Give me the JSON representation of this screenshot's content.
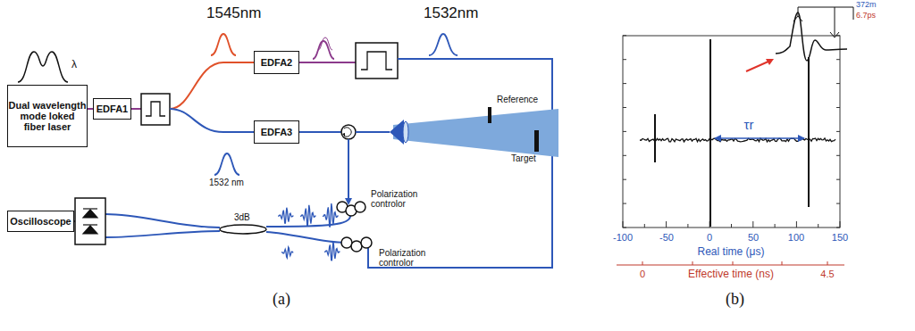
{
  "diagram": {
    "nodes": [
      {
        "text": [
          "Dual wavelength mode loked fiber laser"
        ]
      },
      {
        "text": [
          "EDFA1"
        ]
      },
      {
        "text": [
          "EDFA2"
        ]
      },
      {
        "text": [
          "EDFA3"
        ]
      },
      {
        "text": [
          "Oscilloscope"
        ]
      }
    ],
    "edges": [
      {
        "from": 0,
        "to": 1,
        "arrow": "none"
      }
    ],
    "labels": [
      "1545nm",
      "1532nm",
      "λ",
      "1532 nm",
      "Reference",
      "Target",
      "Polarization controlor",
      "Polarization controlor",
      "3dB",
      "(a)",
      "372m",
      "6.7ps",
      "τr",
      "-100",
      "-50",
      "0",
      "50",
      "100",
      "150",
      "Real time (μs)",
      "0",
      "Effective time (ns)",
      "4.5",
      "(b)"
    ]
  }
}
